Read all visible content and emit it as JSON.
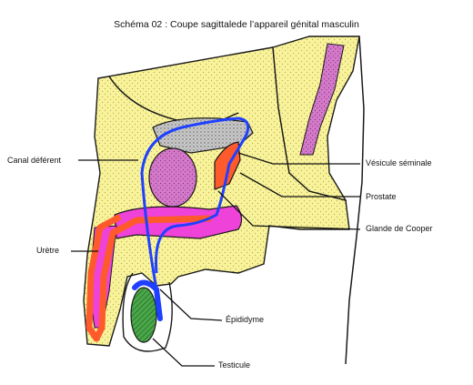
{
  "title": "Schéma 02 : Coupe sagittalede l’appareil génital masculin",
  "labels": {
    "canal_deferent": "Canal  déférent",
    "uretre": "Urètre",
    "vesicule_seminale": "Vésicule séminale",
    "prostate": "Prostate",
    "glande_cooper": "Glande de Cooper",
    "epididyme": "Épididyme",
    "testicule": "Testicule"
  },
  "colors": {
    "tissue": "#f8f39a",
    "bladder": "#b9b9b9",
    "rectum_wall": "#c83ea8",
    "erectile": "#ee42d8",
    "urethra_canal": "#ff5a2b",
    "vas_deferens": "#1f40ff",
    "testis": "#3b9a3a",
    "outline": "#1a1a1a"
  }
}
